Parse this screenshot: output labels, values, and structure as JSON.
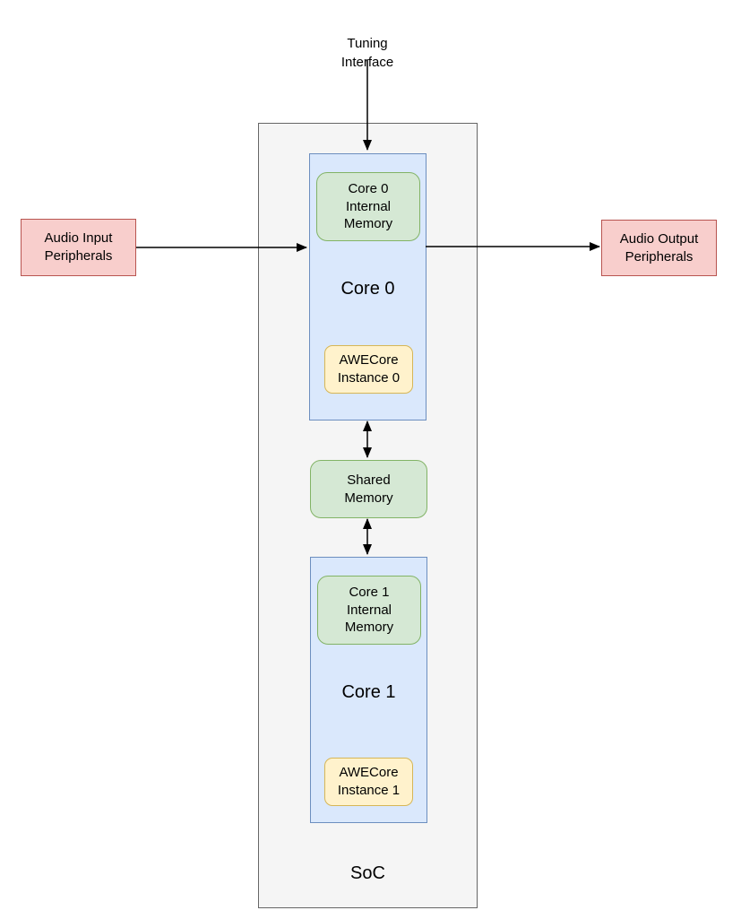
{
  "nodes": {
    "tuning_interface": {
      "label": "Tuning\nInterface"
    },
    "audio_input": {
      "label": "Audio Input\nPeripherals"
    },
    "audio_output": {
      "label": "Audio Output\nPeripherals"
    },
    "soc": {
      "label": "SoC"
    },
    "core0": {
      "label": "Core 0",
      "internal_memory": {
        "label": "Core 0\nInternal\nMemory"
      },
      "awecore": {
        "label": "AWECore\nInstance 0"
      }
    },
    "shared_memory": {
      "label": "Shared\nMemory"
    },
    "core1": {
      "label": "Core 1",
      "internal_memory": {
        "label": "Core 1\nInternal\nMemory"
      },
      "awecore": {
        "label": "AWECore\nInstance 1"
      }
    }
  },
  "edges": [
    {
      "from": "tuning_interface",
      "to": "core0",
      "bidirectional": false,
      "direction": "down"
    },
    {
      "from": "audio_input",
      "to": "core0",
      "bidirectional": false,
      "direction": "right"
    },
    {
      "from": "core0",
      "to": "audio_output",
      "bidirectional": false,
      "direction": "right"
    },
    {
      "from": "core0",
      "to": "shared_memory",
      "bidirectional": true,
      "direction": "vertical"
    },
    {
      "from": "shared_memory",
      "to": "core1",
      "bidirectional": true,
      "direction": "vertical"
    }
  ],
  "colors": {
    "peripheral_fill": "#F8CECC",
    "peripheral_stroke": "#B85450",
    "core_fill": "#DAE8FC",
    "core_stroke": "#6C8EBF",
    "memory_fill": "#D5E8D4",
    "memory_stroke": "#82B366",
    "awecore_fill": "#FFF2CC",
    "awecore_stroke": "#D6B656",
    "soc_fill": "#F5F5F5",
    "soc_stroke": "#666666",
    "arrow": "#000000"
  }
}
